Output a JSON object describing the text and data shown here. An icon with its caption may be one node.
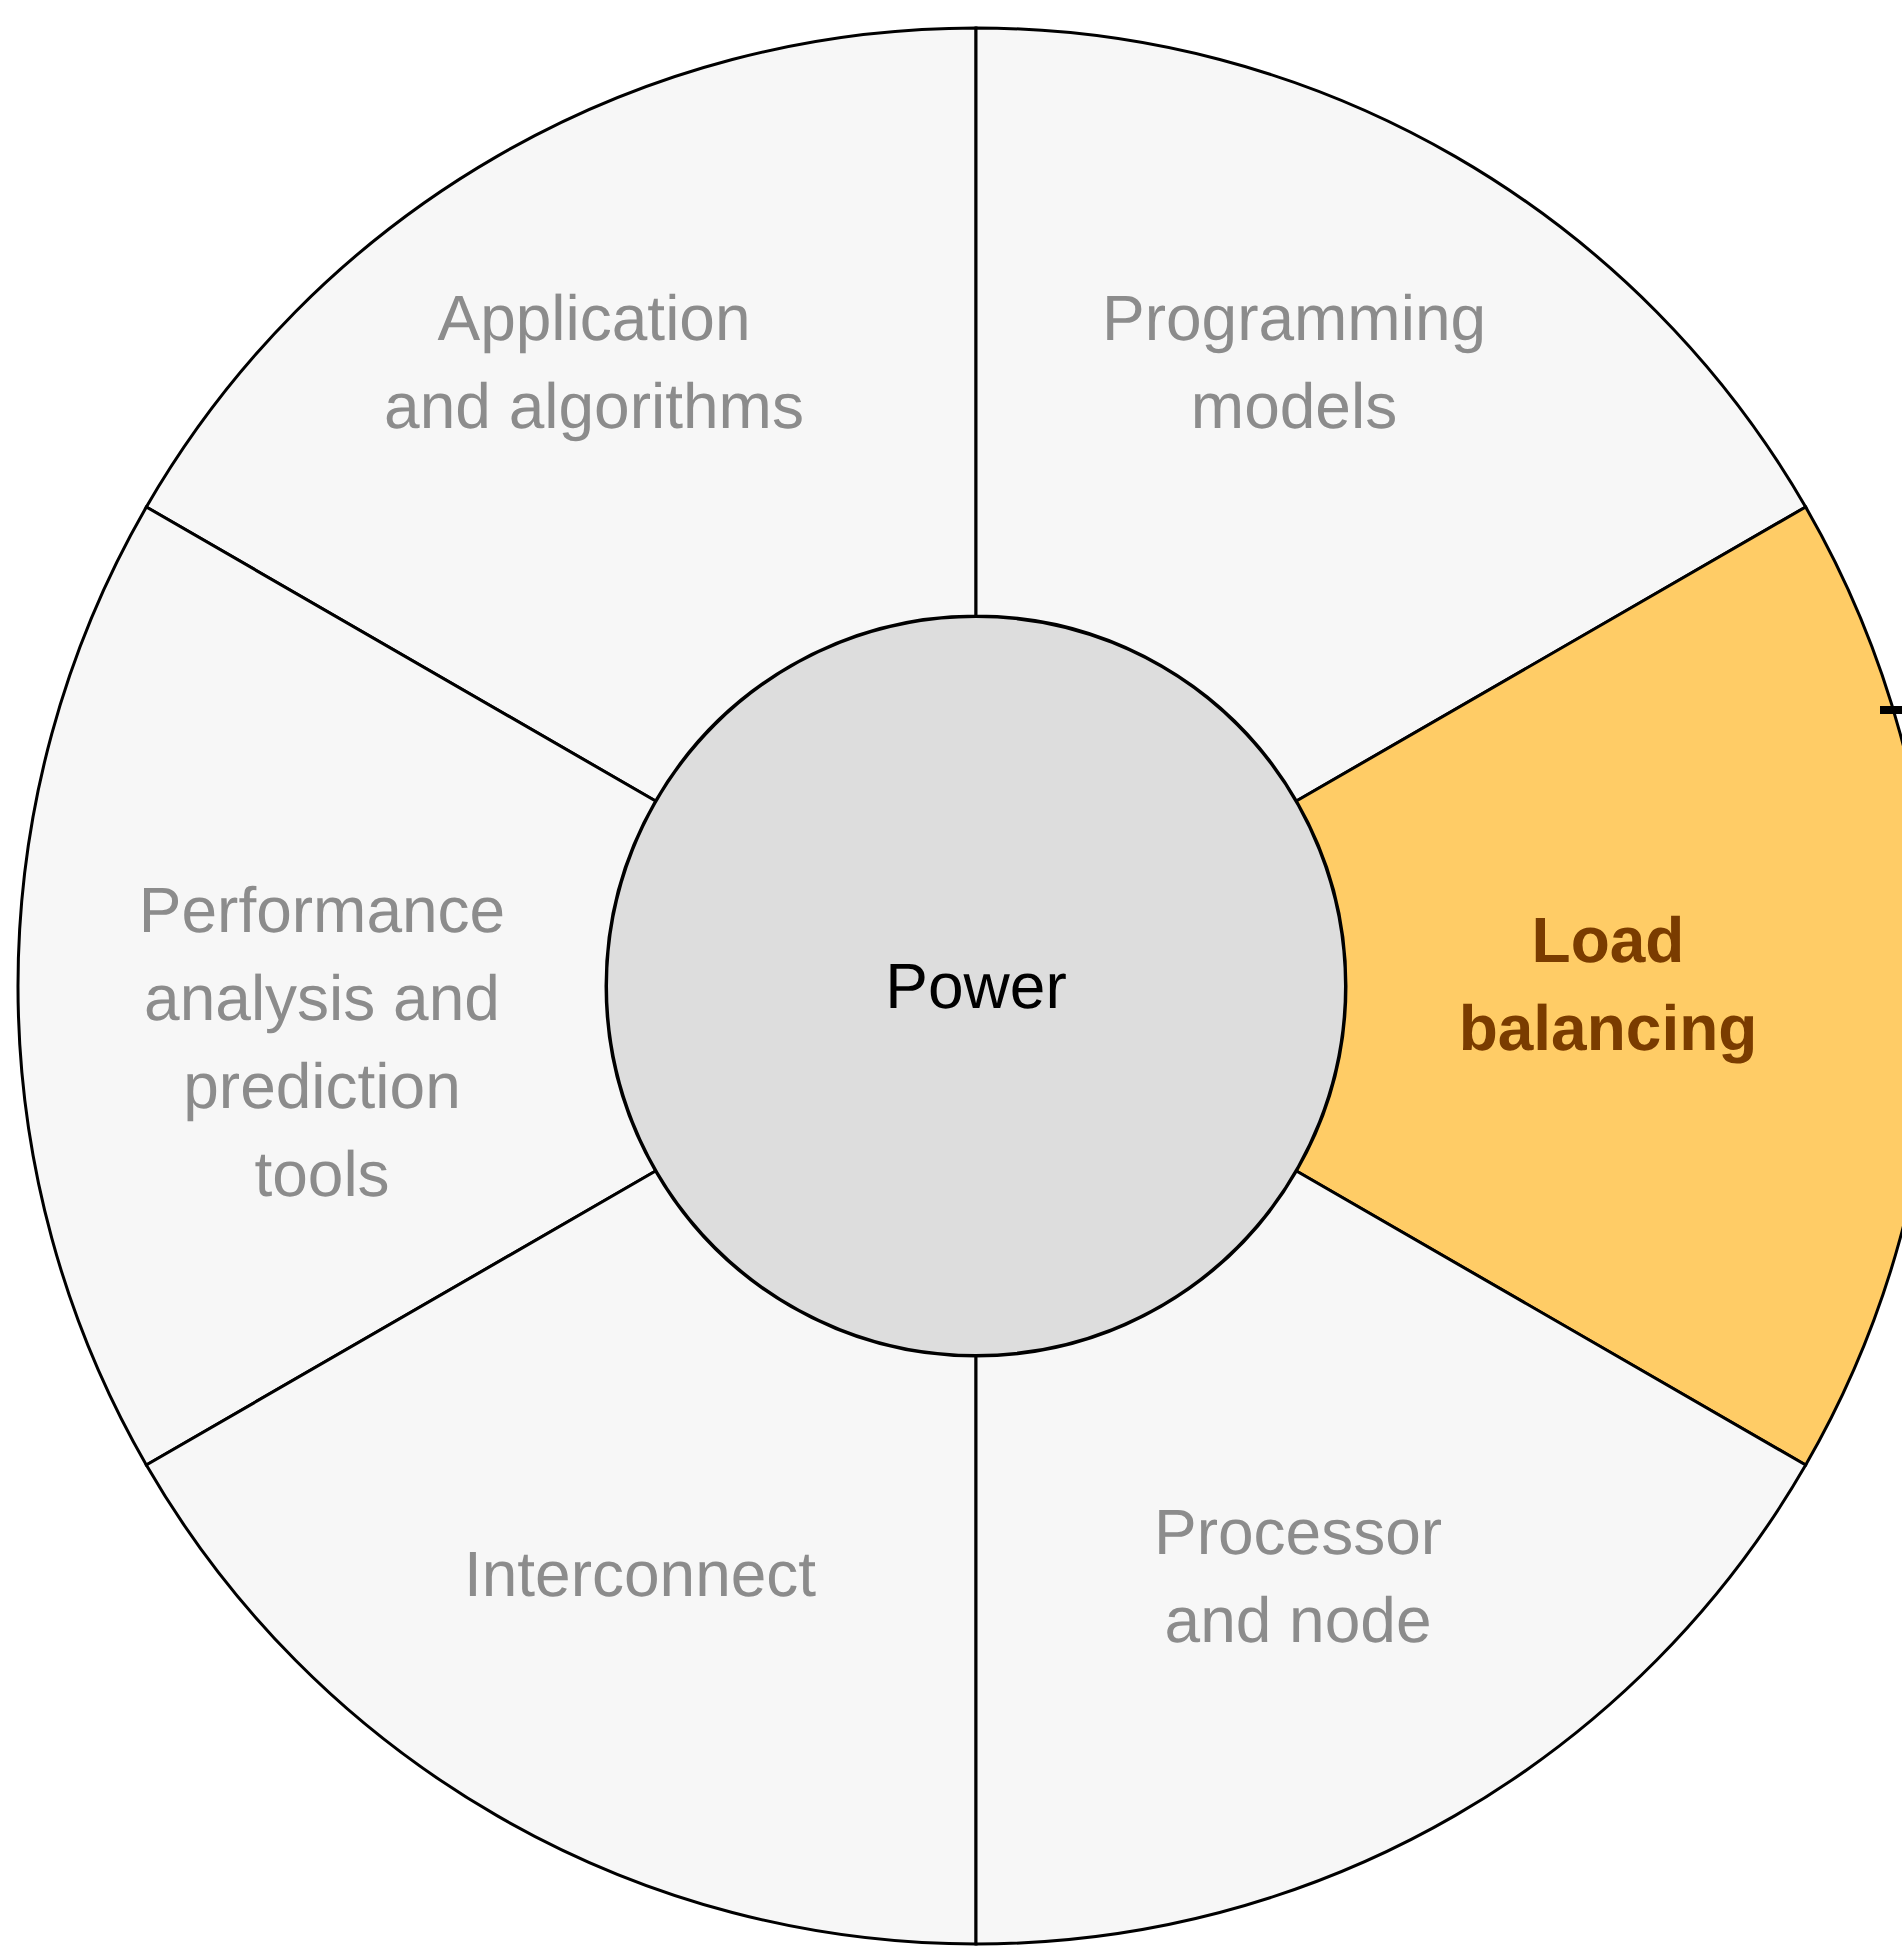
{
  "diagram": {
    "nodes": [
      {
        "text": [
          "Application and algorithms"
        ]
      },
      {
        "text": [
          "Programming models"
        ]
      },
      {
        "text": [
          "Performance analysis and prediction tools"
        ]
      },
      {
        "text": [
          "Power"
        ]
      },
      {
        "text": [
          "Load balancing"
        ]
      },
      {
        "text": [
          "Interconnect"
        ]
      },
      {
        "text": [
          "Processor and node"
        ]
      }
    ]
  }
}
